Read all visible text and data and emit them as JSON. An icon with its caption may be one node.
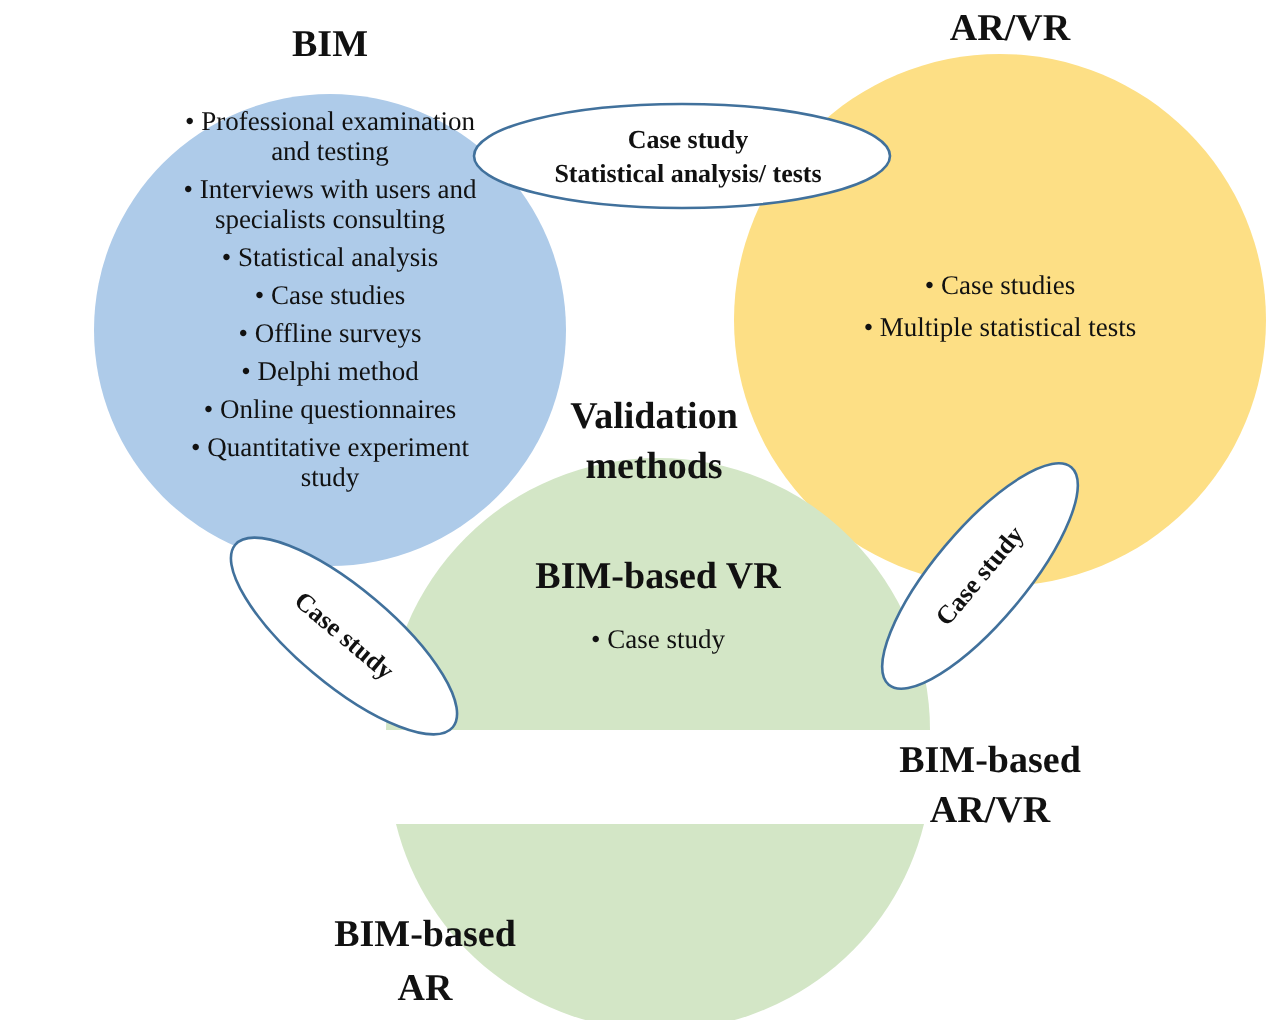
{
  "diagram": {
    "nodes": [
      {
        "text": [
          "BIM",
          "• Professional examination and testing",
          "• Interviews with users and specialists consulting",
          "• Statistical analysis",
          "• Case studies",
          "• Offline surveys",
          "• Delphi method",
          "• Online questionnaires",
          "• Quantitative experiment study"
        ]
      },
      {
        "text": [
          "AR/VR",
          "• Case studies",
          "• Multiple statistical tests"
        ]
      },
      {
        "text": [
          "BIM-based VR",
          "• Case study"
        ]
      },
      {
        "text": [
          "BIM-based AR"
        ]
      },
      {
        "text": [
          "Case study",
          "Statistical analysis/ tests"
        ]
      },
      {
        "text": [
          "Case study"
        ]
      },
      {
        "text": [
          "Case study"
        ]
      }
    ],
    "labels": [
      "Validation methods",
      "BIM-based AR/VR"
    ]
  }
}
